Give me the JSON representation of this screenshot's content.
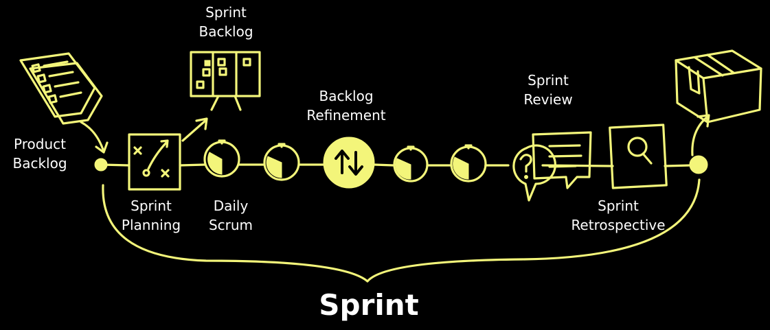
{
  "labels": {
    "product_backlog": [
      "Product",
      "Backlog"
    ],
    "sprint_backlog": [
      "Sprint",
      "Backlog"
    ],
    "sprint_planning": [
      "Sprint",
      "Planning"
    ],
    "daily_scrum": [
      "Daily",
      "Scrum"
    ],
    "backlog_refinement": [
      "Backlog",
      "Refinement"
    ],
    "sprint_review": [
      "Sprint",
      "Review"
    ],
    "sprint_retrospective": [
      "Sprint",
      "Retrospective"
    ],
    "sprint": "Sprint"
  },
  "colors": {
    "background": "#000000",
    "accent": "#f3f57a",
    "text": "#ffffff"
  },
  "icons": {
    "product_backlog": "document-checklist-icon",
    "sprint_backlog": "kanban-board-icon",
    "sprint_planning": "strategy-board-icon",
    "daily_scrum": "stopwatch-icon",
    "backlog_refinement": "up-down-arrows-icon",
    "sprint_review": "speech-bubble-question-icon",
    "sprint_retrospective": "magnifier-icon",
    "increment": "package-box-icon"
  }
}
